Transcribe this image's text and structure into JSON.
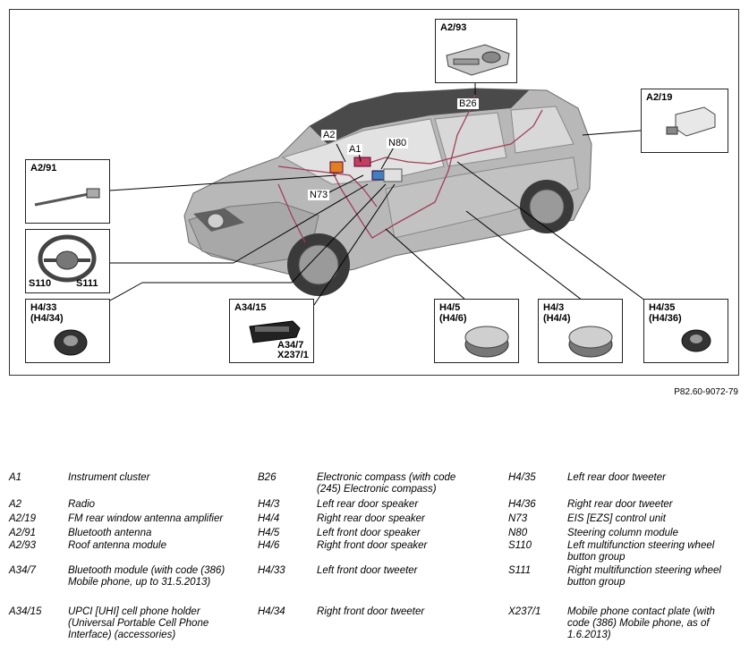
{
  "callouts": {
    "a2_93": "A2/93",
    "a2_19": "A2/19",
    "a2_91": "A2/91",
    "s110": "S110",
    "s111": "S111",
    "h4_33": "H4/33\n(H4/34)",
    "a34_15": "A34/15",
    "a34_7": "A34/7",
    "x237_1": "X237/1",
    "h4_5": "H4/5\n(H4/6)",
    "h4_3": "H4/3\n(H4/4)",
    "h4_35": "H4/35\n(H4/36)"
  },
  "floating_labels": {
    "b26": "B26",
    "a2": "A2",
    "a1": "A1",
    "n80": "N80",
    "n73": "N73"
  },
  "reference_code": "P82.60-9072-79",
  "legend": [
    {
      "code": "A1",
      "text": "Instrument cluster"
    },
    {
      "code": "A2",
      "text": "Radio"
    },
    {
      "code": "A2/19",
      "text": "FM rear window antenna amplifier"
    },
    {
      "code": "A2/91",
      "text": "Bluetooth antenna"
    },
    {
      "code": "A2/93",
      "text": "Roof antenna module"
    },
    {
      "code": "A34/7",
      "text": "Bluetooth module (with code (386) Mobile phone, up to 31.5.2013)"
    },
    {
      "code": "A34/15",
      "text": "UPCI [UHI] cell phone holder (Universal Portable Cell Phone Interface) (accessories)"
    },
    {
      "code": "B26",
      "text": "Electronic compass (with code (245) Electronic compass)"
    },
    {
      "code": "H4/3",
      "text": "Left rear door speaker"
    },
    {
      "code": "H4/4",
      "text": "Right rear door speaker"
    },
    {
      "code": "H4/5",
      "text": "Left front door speaker"
    },
    {
      "code": "H4/6",
      "text": "Right front door speaker"
    },
    {
      "code": "H4/33",
      "text": "Left front door tweeter"
    },
    {
      "code": "H4/34",
      "text": "Right front door tweeter"
    },
    {
      "code": "H4/35",
      "text": "Left rear door tweeter"
    },
    {
      "code": "H4/36",
      "text": "Right rear door tweeter"
    },
    {
      "code": "N73",
      "text": "EIS [EZS] control unit"
    },
    {
      "code": "N80",
      "text": "Steering column module"
    },
    {
      "code": "S110",
      "text": "Left multifunction steering wheel button group"
    },
    {
      "code": "S111",
      "text": "Right multifunction steering wheel button group"
    },
    {
      "code": "X237/1",
      "text": "Mobile phone contact plate (with code (386) Mobile phone, as of 1.6.2013)"
    }
  ]
}
